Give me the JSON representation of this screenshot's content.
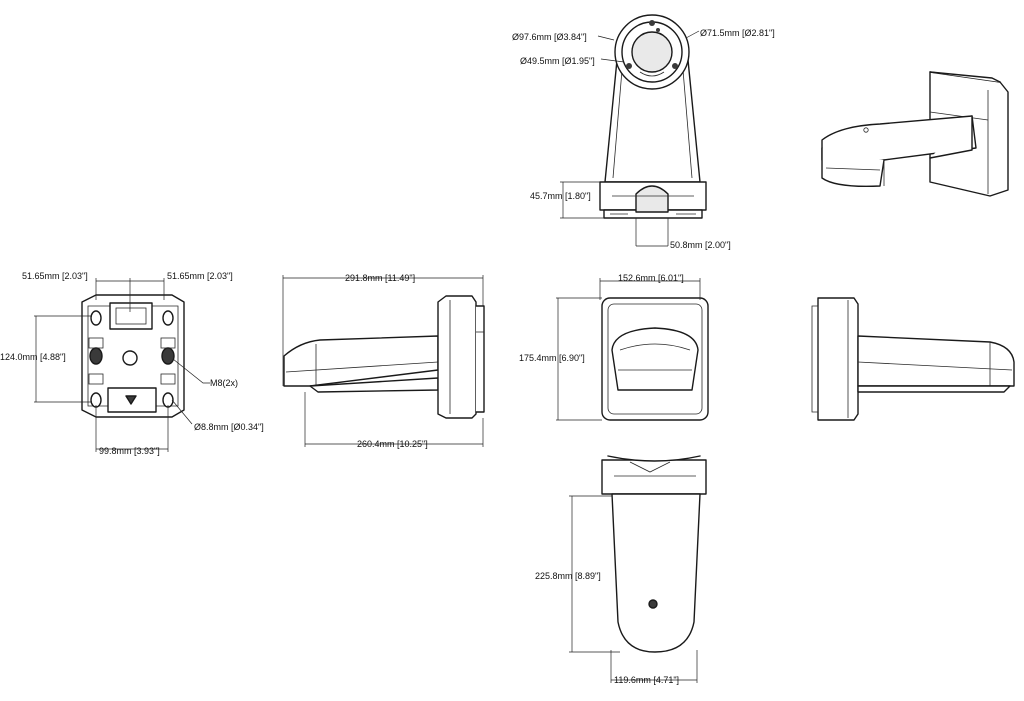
{
  "dimensions": {
    "top_outer_diameter": "Ø97.6mm [Ø3.84\"]",
    "top_inner_diameter": "Ø71.5mm [Ø2.81\"]",
    "top_hole_diameter": "Ø49.5mm [Ø1.95\"]",
    "front_base_height": "45.7mm [1.80\"]",
    "front_slot_width": "50.8mm [2.00\"]",
    "back_left_offset": "51.65mm [2.03\"]",
    "back_right_offset": "51.65mm [2.03\"]",
    "back_height": "124.0mm [4.88\"]",
    "back_thread": "M8(2x)",
    "back_hole": "Ø8.8mm [Ø0.34\"]",
    "back_width": "99.8mm [3.93\"]",
    "side_total_length": "291.8mm [11.49\"]",
    "side_arm_length": "260.4mm [10.25\"]",
    "plate_width": "152.6mm [6.01\"]",
    "plate_height": "175.4mm [6.90\"]",
    "bottom_length": "225.8mm [8.89\"]",
    "bottom_width": "119.6mm [4.71\"]"
  }
}
